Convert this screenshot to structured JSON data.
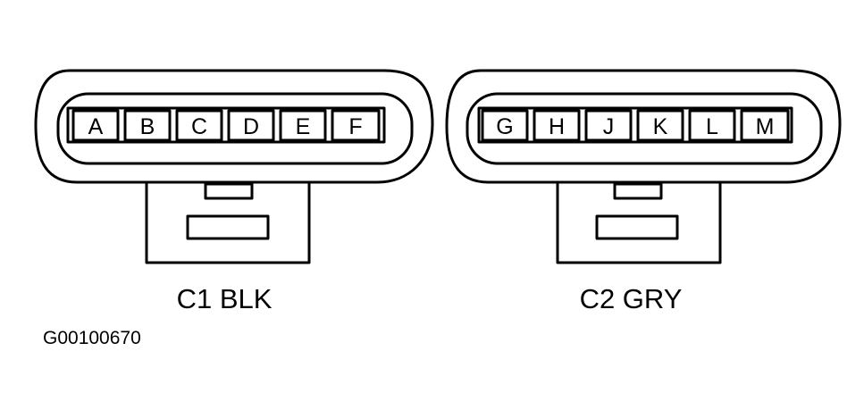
{
  "connectors": [
    {
      "label": "C1 BLK",
      "pins": [
        "A",
        "B",
        "C",
        "D",
        "E",
        "F"
      ]
    },
    {
      "label": "C2 GRY",
      "pins": [
        "G",
        "H",
        "J",
        "K",
        "L",
        "M"
      ]
    }
  ],
  "figure_id": "G00100670",
  "colors": {
    "line": "#000000",
    "background": "#ffffff"
  }
}
